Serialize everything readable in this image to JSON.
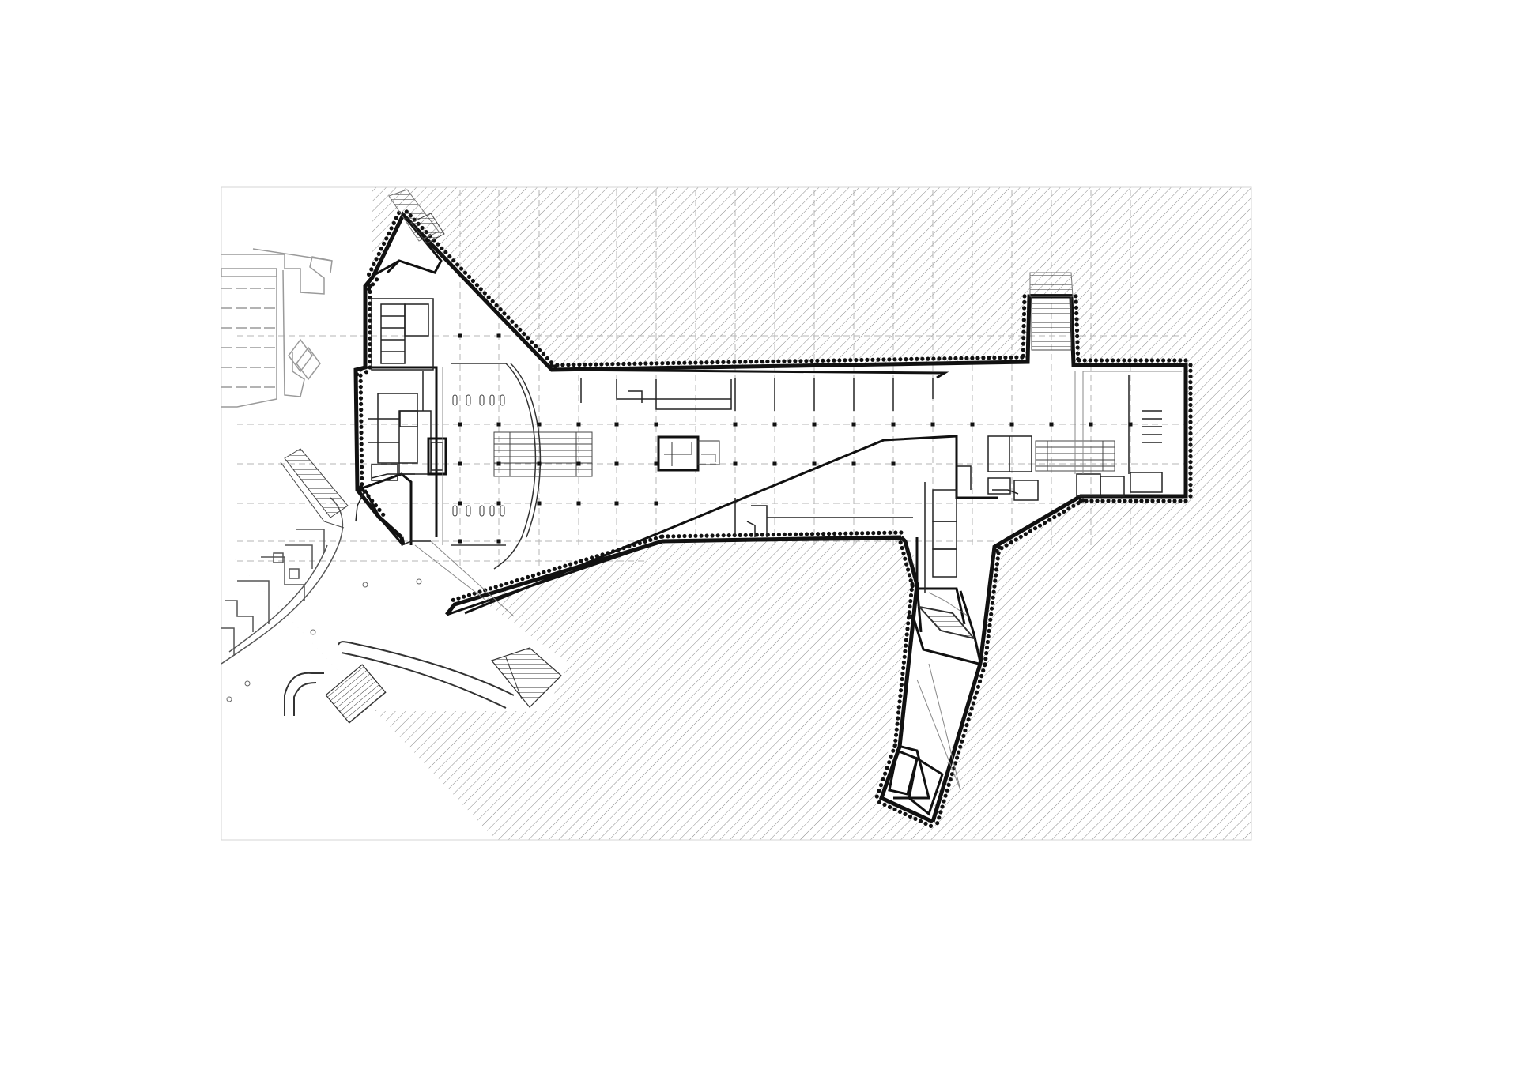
{
  "drawing": {
    "type": "architectural floor plan",
    "colors": {
      "background": "#ffffff",
      "hatch": "#8a8a8a",
      "wall": "#111111",
      "line": "#333333",
      "thin": "#777777",
      "grid": "#b5b5b5",
      "context": "#9a9a9a"
    },
    "icons": [
      "hatch-pattern",
      "pile-dots",
      "stairs",
      "escalators",
      "columns"
    ]
  }
}
